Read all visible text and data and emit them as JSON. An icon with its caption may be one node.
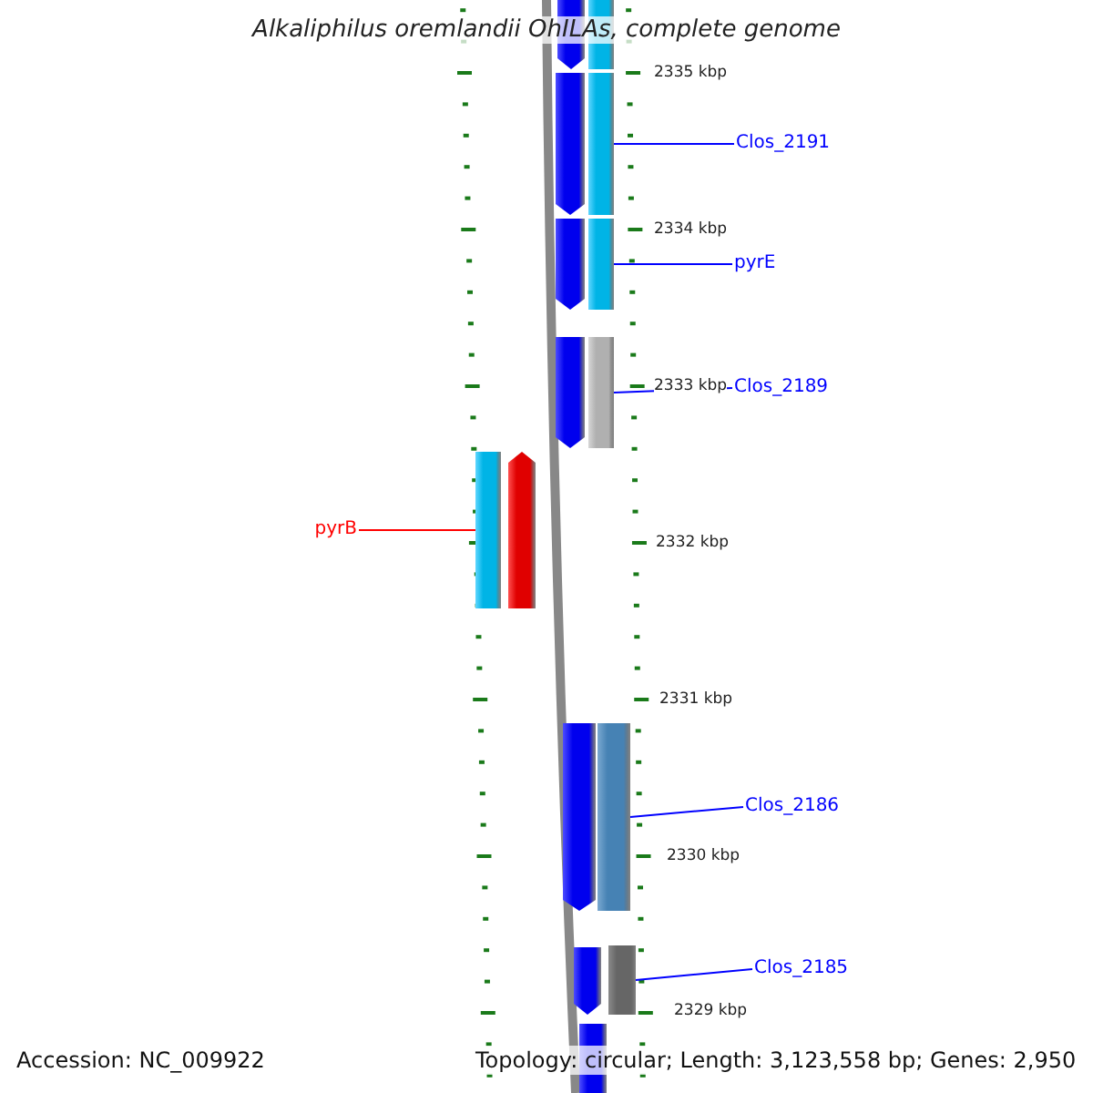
{
  "diagram": {
    "title": "Alkaliphilus oremlandii OhILAs, complete genome",
    "nodes": [
      {
        "text": [],
        "shape": "arrow"
      },
      {
        "text": [],
        "shape": "bar"
      },
      {
        "text": [],
        "shape": "arrow"
      },
      {
        "text": [],
        "shape": "bar"
      },
      {
        "text": [
          "Clos_2191"
        ]
      },
      {
        "text": [],
        "shape": "arrow"
      },
      {
        "text": [],
        "shape": "bar"
      },
      {
        "text": [
          "pyrE"
        ]
      },
      {
        "text": [],
        "shape": "arrow"
      },
      {
        "text": [],
        "shape": "bar"
      },
      {
        "text": [
          "Clos_2189"
        ]
      },
      {
        "text": [
          "pyrB"
        ]
      },
      {
        "text": [],
        "shape": "bar"
      },
      {
        "text": [],
        "shape": "arrow"
      },
      {
        "text": [],
        "shape": "arrow"
      },
      {
        "text": [],
        "shape": "bar"
      },
      {
        "text": [
          "Clos_2186"
        ]
      },
      {
        "text": [],
        "shape": "arrow"
      },
      {
        "text": [],
        "shape": "bar"
      },
      {
        "text": [
          "Clos_2185"
        ]
      },
      {
        "text": [],
        "shape": "bar"
      }
    ],
    "edges": [
      {
        "from": 4,
        "to": 3,
        "arrow": "none"
      },
      {
        "from": 7,
        "to": 6,
        "arrow": "none"
      },
      {
        "from": 10,
        "to": 9,
        "arrow": "none"
      },
      {
        "from": 11,
        "to": 12,
        "arrow": "none",
        "color": "#ff0000"
      },
      {
        "from": 16,
        "to": 15,
        "arrow": "none"
      },
      {
        "from": 19,
        "to": 18,
        "arrow": "none"
      }
    ],
    "labels": [
      "2335 kbp",
      "2334 kbp",
      "2333 kbp",
      "2332 kbp",
      "2331 kbp",
      "2330 kbp",
      "2329 kbp",
      "Accession: NC_009922",
      "Topology: circular; Length: 3,123,558 bp; Genes: 2,950"
    ]
  }
}
